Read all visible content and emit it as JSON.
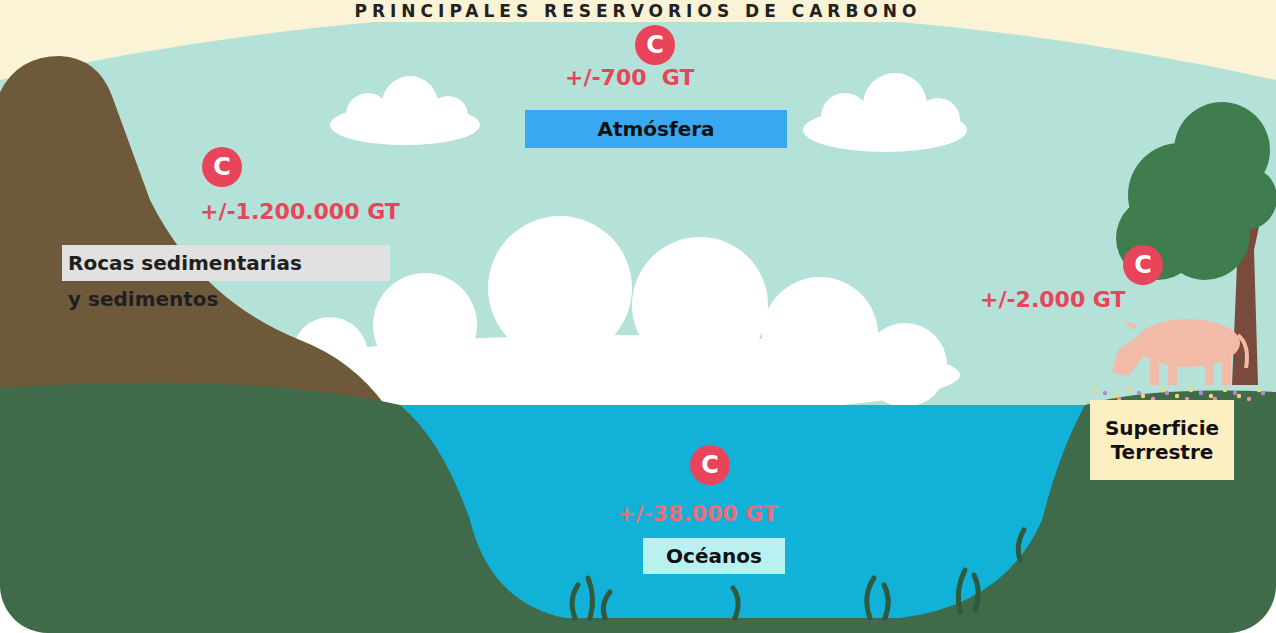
{
  "diagram": {
    "title": "PRINCIPALES RESERVORIOS DE CARBONO",
    "nodes": [
      {
        "text": [
          "C"
        ]
      },
      {
        "text": [
          "Atmósfera"
        ]
      },
      {
        "text": [
          "C"
        ]
      },
      {
        "text": [
          "Rocas sedimentarias y sedimentos"
        ]
      },
      {
        "text": [
          "C"
        ]
      },
      {
        "text": [
          "Superficie Terrestre"
        ]
      },
      {
        "text": [
          "C"
        ]
      },
      {
        "text": [
          "Océanos"
        ]
      }
    ],
    "labels": [
      "+/-700  GT",
      "+/-1.200.000 GT",
      "+/-2.000 GT",
      "+/-38.000 GT"
    ]
  }
}
